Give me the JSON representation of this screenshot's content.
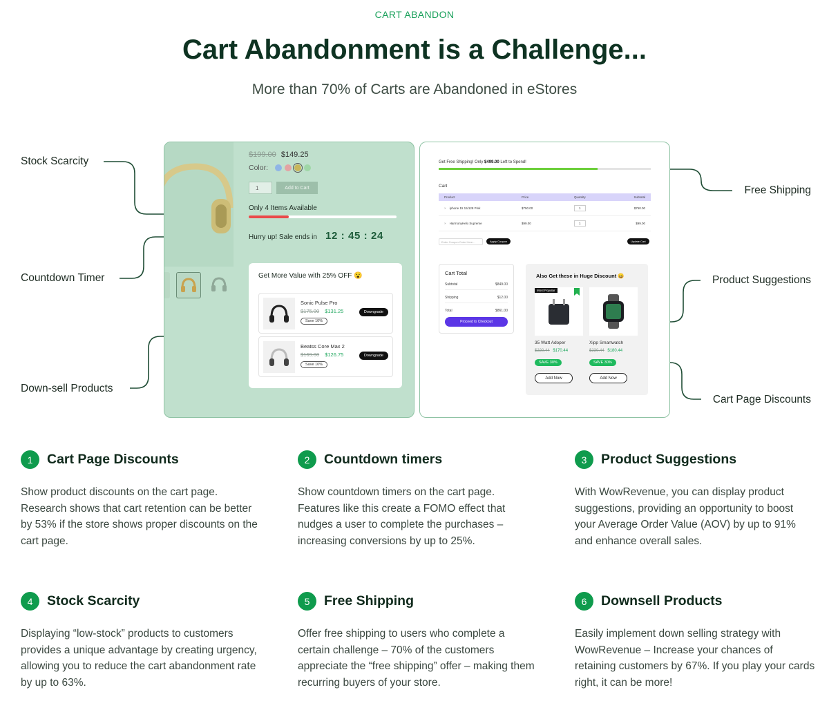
{
  "header": {
    "eyebrow": "CART ABANDON",
    "title": "Cart Abandonment is a Challenge...",
    "subtitle": "More than 70% of Carts are Abandoned in eStores"
  },
  "callouts": {
    "stock_scarcity": "Stock Scarcity",
    "countdown_timer": "Countdown Timer",
    "downsell_products": "Down-sell Products",
    "free_shipping": "Free Shipping",
    "product_suggestions": "Product Suggestions",
    "cart_page_discounts": "Cart Page Discounts"
  },
  "left_panel": {
    "old_price": "$199.00",
    "new_price": "$149.25",
    "color_label": "Color:",
    "colors": [
      "#8fb5e6",
      "#e3a3a3",
      "#c8b65a",
      "#9fd6a6"
    ],
    "qty": "1",
    "add_to_cart": "Add to Cart",
    "stock_label": "Only 4 Items Available",
    "stock_fill": 0.27,
    "timer_label": "Hurry up! Sale ends in",
    "timer": "12 : 45 : 24",
    "downsell": {
      "title": "Get More Value with 25% OFF 😮",
      "items": [
        {
          "name": "Sonic Pulse Pro",
          "old": "$175.00",
          "new": "$131.25",
          "save": "Save 10%",
          "button": "Downgrade"
        },
        {
          "name": "Beatss Core Max 2",
          "old": "$169.00",
          "new": "$126.75",
          "save": "Save 10%",
          "button": "Downgrade"
        }
      ]
    }
  },
  "right_panel": {
    "free_shipping_prefix": "Get Free Shipping! Only",
    "free_shipping_amount": "$499.00",
    "free_shipping_suffix": "Left to Spend!",
    "free_shipping_fill": 0.75,
    "cart_label": "Cart",
    "table": {
      "headers": [
        "Product",
        "Price",
        "Quantity",
        "Subtotal"
      ],
      "rows": [
        {
          "product": "iphone 15 15/128 Pink",
          "price": "$750.00",
          "qty": "1",
          "subtotal": "$750.00"
        },
        {
          "product": "HarmonyHelo Supreme",
          "price": "$99.00",
          "qty": "1",
          "subtotal": "$99.00"
        }
      ]
    },
    "coupon_placeholder": "Enter Coupon Code Here...",
    "apply_coupon": "Apply Coupon",
    "update_cart": "Update Cart",
    "cart_total": {
      "title": "Cart Total",
      "subtotal_label": "Subtotal",
      "subtotal": "$849.00",
      "shipping_label": "Shipping",
      "shipping": "$12.00",
      "total_label": "Total",
      "total": "$861.00",
      "checkout": "Proceed to Checkout"
    },
    "suggestions": {
      "title": "Also Get these in Huge Discount 😀",
      "items": [
        {
          "name": "35 Watt Adoper",
          "old": "$220.44",
          "new": "$170.44",
          "save": "SAVE 30%",
          "button": "Add Now",
          "badge": "Most Popular"
        },
        {
          "name": "Xipp Smartwatch",
          "old": "$230.44",
          "new": "$180.44",
          "save": "SAVE 30%",
          "button": "Add Now"
        }
      ]
    }
  },
  "features": [
    {
      "num": "1",
      "title": "Cart Page Discounts",
      "desc": "Show product discounts on the cart page. Research shows that cart retention can be better by 53% if the store shows proper discounts on the cart page."
    },
    {
      "num": "2",
      "title": "Countdown timers",
      "desc": "Show countdown timers on the cart page. Features like this create a FOMO effect that nudges a user to complete the purchases – increasing conversions by up to 25%."
    },
    {
      "num": "3",
      "title": "Product Suggestions",
      "desc": "With WowRevenue, you can display product suggestions, providing an opportunity to boost your Average Order Value (AOV) by up to 91% and enhance overall sales."
    },
    {
      "num": "4",
      "title": "Stock Scarcity",
      "desc": "Displaying “low-stock” products to customers provides a unique advantage by creating urgency, allowing you to reduce the cart abandonment rate by up to 63%."
    },
    {
      "num": "5",
      "title": "Free Shipping",
      "desc": "Offer free shipping to users who complete a certain challenge – 70% of the customers appreciate the “free shipping” offer – making them recurring buyers of your store."
    },
    {
      "num": "6",
      "title": "Downsell Products",
      "desc": "Easily implement down selling strategy with WowRevenue – Increase your chances of retaining customers by 67%. If you play your cards right, it can be more!"
    }
  ]
}
